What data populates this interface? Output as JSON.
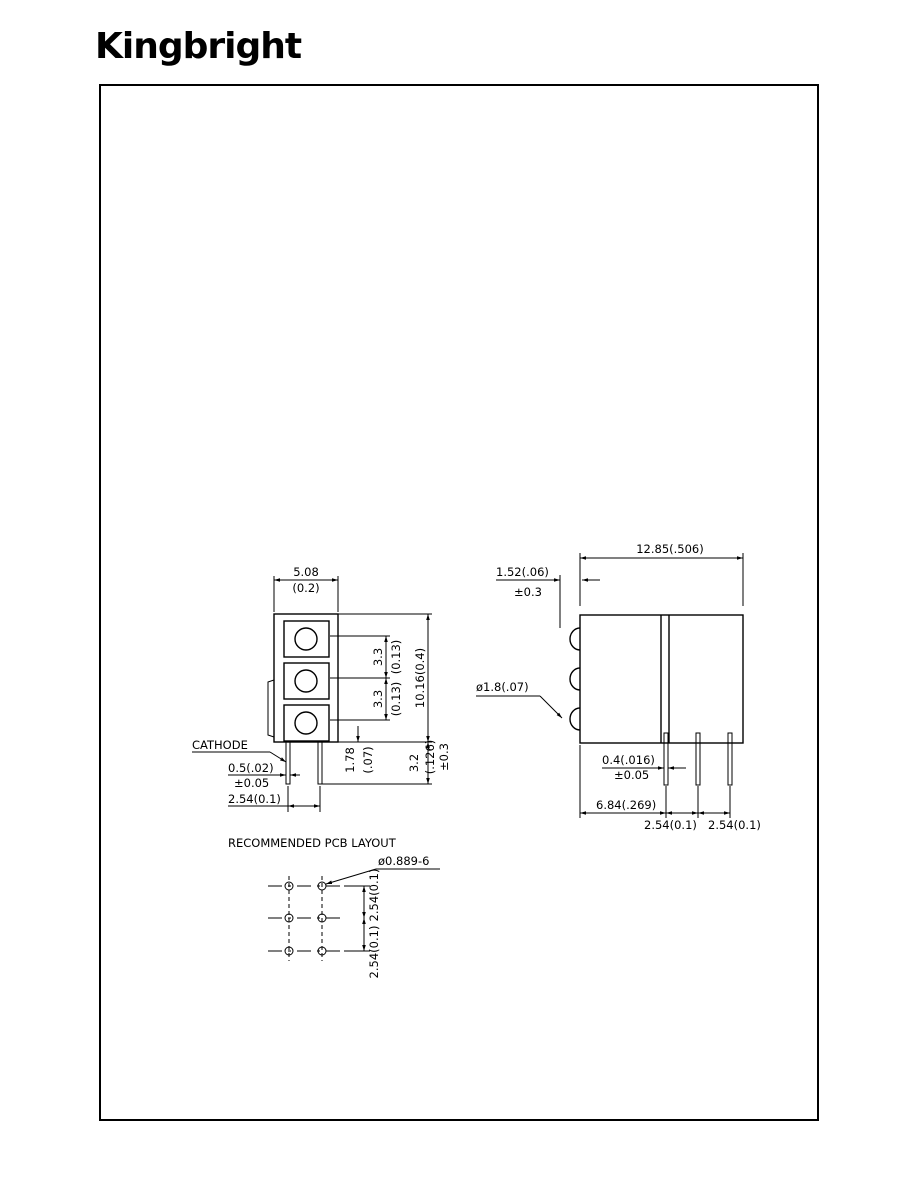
{
  "brand": "Kingbright",
  "front_view": {
    "width_mm": "5.08",
    "width_in": "(0.2)",
    "pitch_top": "3.3",
    "pitch_top_in": "(0.13)",
    "pitch_bottom": "3.3",
    "pitch_bottom_in": "(0.13)",
    "height": "10.16(0.4)",
    "standoff_mm": "1.78",
    "standoff_in": "(.07)",
    "lead_len_mm": "3.2",
    "lead_len_in": "(.126)",
    "lead_len_tol": "±0.3",
    "cathode_label": "CATHODE",
    "lead_width": "0.5(.02)",
    "lead_width_tol": "±0.05",
    "lead_pitch": "2.54(0.1)"
  },
  "side_view": {
    "length": "12.85(.506)",
    "lens_protrusion": "1.52(.06)",
    "lens_protrusion_tol": "±0.3",
    "lens_diameter": "ø1.8(.07)",
    "lead_thickness": "0.4(.016)",
    "lead_thickness_tol": "±0.05",
    "lead_offset": "6.84(.269)",
    "lead_pitch_1": "2.54(0.1)",
    "lead_pitch_2": "2.54(0.1)"
  },
  "pcb_layout": {
    "title": "RECOMMENDED  PCB  LAYOUT",
    "hole": "ø0.889-6",
    "row_pitch_1": "2.54(0.1)",
    "row_pitch_2": "2.54(0.1)"
  }
}
